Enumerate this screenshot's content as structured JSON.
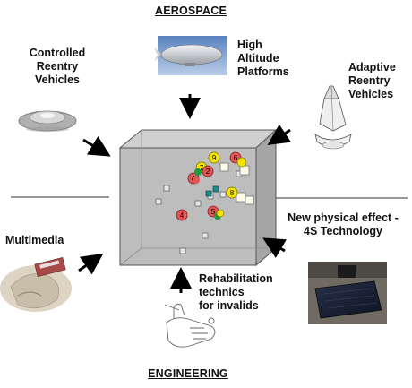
{
  "headings": {
    "top": "AEROSPACE",
    "bottom": "ENGINEERING"
  },
  "labels": {
    "high_altitude": [
      "High",
      "Altitude",
      "Platforms"
    ],
    "controlled_reentry": [
      "Controlled",
      "Reentry",
      "Vehicles"
    ],
    "adaptive_reentry": [
      "Adaptive",
      "Reentry",
      "Vehicles"
    ],
    "new_physical": [
      "New physical effect -",
      "4S Technology"
    ],
    "multimedia": [
      "Multimedia"
    ],
    "rehab": [
      "Rehabilitation",
      "technics",
      "for invalids"
    ]
  },
  "cube_markers": {
    "numbered": [
      "9",
      "7",
      "2",
      "4",
      "6",
      "8",
      "4",
      "5"
    ]
  },
  "colors": {
    "cube_face": "#bdbdbd",
    "cube_side": "#a9a9a9",
    "marker_yellow": "#f5e400",
    "marker_red": "#e25555",
    "arrow": "#000000"
  }
}
